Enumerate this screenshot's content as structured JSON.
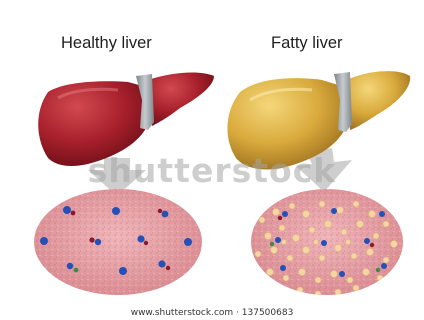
{
  "labels": {
    "left": "Healthy liver",
    "right": "Fatty liver"
  },
  "watermark": "shutterstock",
  "footer": "www.shutterstock.com · 137500683",
  "colors": {
    "healthy_liver": "#a8202c",
    "fatty_liver": "#d9aa3c",
    "ligament": "#9ea5a8",
    "tissue": "#e6a3a8",
    "fat_droplet": "#f3d6a4",
    "nucleus_blue": "#2550b8",
    "arrow": "#c9c9c9"
  }
}
